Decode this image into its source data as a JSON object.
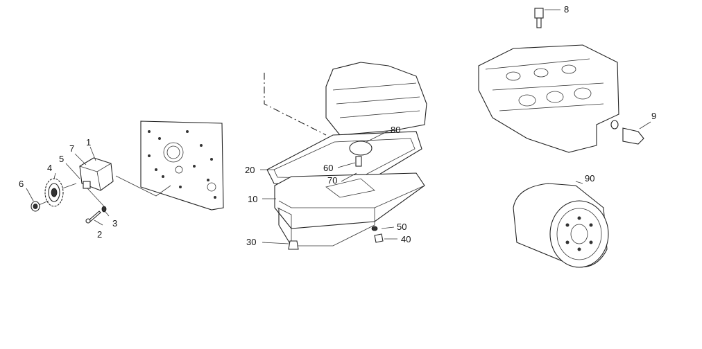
{
  "diagram": {
    "title": "Oil pump, oil pan and oil filter parts diagram",
    "callouts": {
      "p1": "1",
      "p2": "2",
      "p3": "3",
      "p4": "4",
      "p5": "5",
      "p6": "6",
      "p7": "7",
      "p8": "8",
      "p9": "9",
      "p10": "10",
      "p20": "20",
      "p30": "30",
      "p40": "40",
      "p50": "50",
      "p60": "60",
      "p70": "70",
      "p80": "80",
      "p90": "90"
    }
  }
}
